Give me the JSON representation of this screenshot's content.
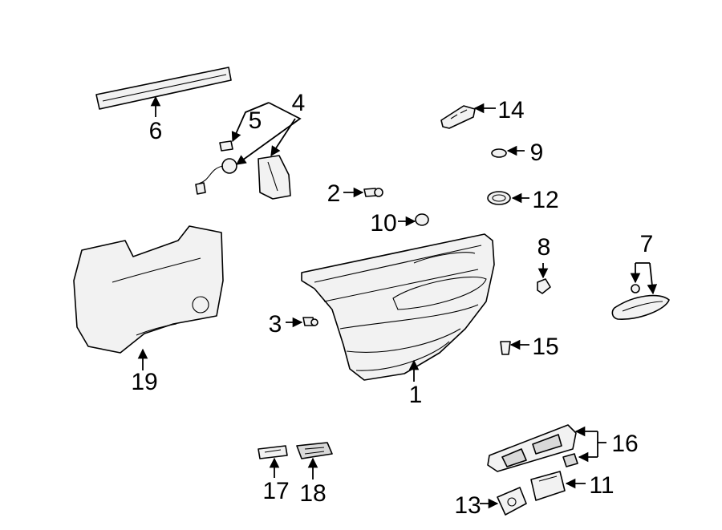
{
  "diagram": {
    "parts": [
      {
        "id": "door-trim-panel",
        "callout": "1"
      },
      {
        "id": "clip-screw",
        "callout": "2"
      },
      {
        "id": "push-pin",
        "callout": "3"
      },
      {
        "id": "mirror-bracket",
        "callout": "4"
      },
      {
        "id": "tweeter-wiring",
        "callout": "5"
      },
      {
        "id": "belt-molding",
        "callout": "6"
      },
      {
        "id": "pull-handle",
        "callout": "7"
      },
      {
        "id": "retainer-clip",
        "callout": "8"
      },
      {
        "id": "bezel-insert",
        "callout": "9"
      },
      {
        "id": "trim-fastener",
        "callout": "10"
      },
      {
        "id": "window-switch",
        "callout": "11"
      },
      {
        "id": "handle-bezel",
        "callout": "12"
      },
      {
        "id": "mirror-switch",
        "callout": "13"
      },
      {
        "id": "lock-switch-bezel",
        "callout": "14"
      },
      {
        "id": "panel-nut",
        "callout": "15"
      },
      {
        "id": "switch-panel",
        "callout": "16"
      },
      {
        "id": "courtesy-lamp-lens",
        "callout": "17"
      },
      {
        "id": "reflector-lamp",
        "callout": "18"
      },
      {
        "id": "water-deflector",
        "callout": "19"
      }
    ]
  }
}
